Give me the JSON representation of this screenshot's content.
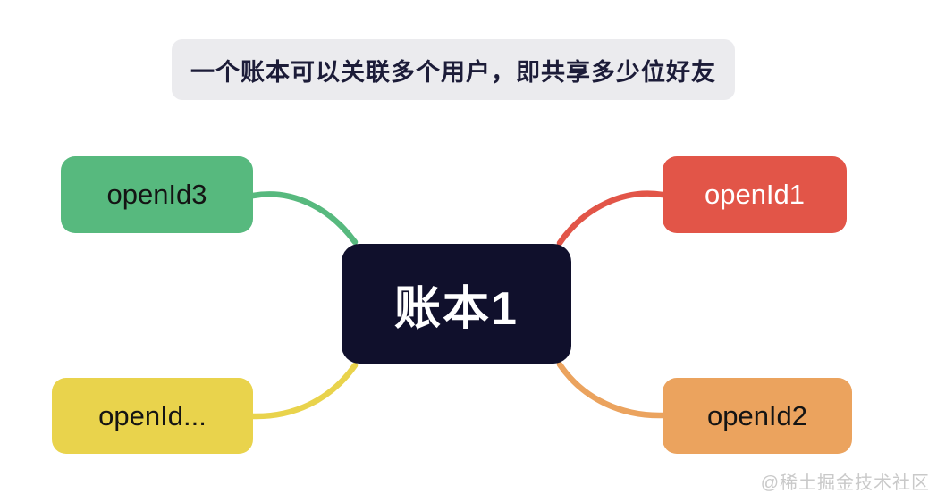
{
  "title_banner": {
    "text": "一个账本可以关联多个用户，即共享多少位好友",
    "bg": "#ebebee",
    "text_color": "#1c1c38"
  },
  "center_node": {
    "label": "账本1",
    "bg": "#10102c",
    "text_color": "#ffffff"
  },
  "nodes": [
    {
      "label": "openId3",
      "position": "top-left",
      "bg": "#57b97e",
      "text_color": "#141414"
    },
    {
      "label": "openId1",
      "position": "top-right",
      "bg": "#e25548",
      "text_color": "#ffffff"
    },
    {
      "label": "openId...",
      "position": "bottom-left",
      "bg": "#e9d34c",
      "text_color": "#141414"
    },
    {
      "label": "openId2",
      "position": "bottom-right",
      "bg": "#eba35e",
      "text_color": "#141414"
    }
  ],
  "connectors": [
    {
      "from": "账本1",
      "to": "openId3",
      "color": "#57b97e"
    },
    {
      "from": "账本1",
      "to": "openId1",
      "color": "#e25548"
    },
    {
      "from": "账本1",
      "to": "openId...",
      "color": "#e9d34c"
    },
    {
      "from": "账本1",
      "to": "openId2",
      "color": "#eba35e"
    }
  ],
  "watermark": {
    "text": "@稀土掘金技术社区",
    "color": "#c9c9c9"
  }
}
